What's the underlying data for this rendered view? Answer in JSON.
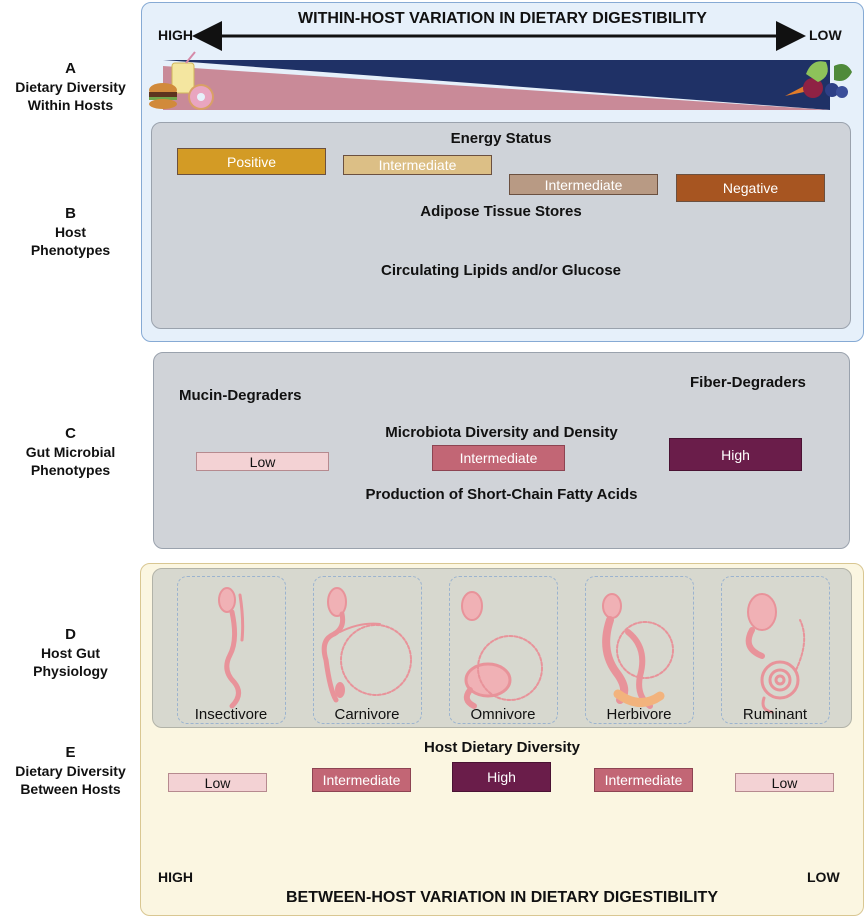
{
  "header": {
    "title": "WITHIN-HOST VARIATION IN DIETARY DIGESTIBILITY",
    "high": "HIGH",
    "low": "LOW"
  },
  "footer": {
    "title": "BETWEEN-HOST VARIATION IN DIETARY DIGESTIBILITY",
    "high": "HIGH",
    "low": "LOW"
  },
  "sections": {
    "a": {
      "letter": "A",
      "line1": "Dietary Diversity",
      "line2": "Within Hosts"
    },
    "b": {
      "letter": "B",
      "line1": "Host",
      "line2": "Phenotypes"
    },
    "c": {
      "letter": "C",
      "line1": "Gut Microbial",
      "line2": "Phenotypes"
    },
    "d": {
      "letter": "D",
      "line1": "Host Gut",
      "line2": "Physiology"
    },
    "e": {
      "letter": "E",
      "line1": "Dietary Diversity",
      "line2": "Between Hosts"
    }
  },
  "host_phenotypes": {
    "energy_title": "Energy Status",
    "energy_levels": [
      "Positive",
      "Intermediate",
      "Intermediate",
      "Negative"
    ],
    "adipose_title": "Adipose Tissue Stores",
    "lipids_title": "Circulating Lipids and/or Glucose"
  },
  "microbial": {
    "fiber": "Fiber-Degraders",
    "mucin": "Mucin-Degraders",
    "diversity_title": "Microbiota Diversity and Density",
    "diversity_levels": [
      "Low",
      "Intermediate",
      "High"
    ],
    "scfa_title": "Production of Short-Chain Fatty Acids"
  },
  "gut_types": [
    "Insectivore",
    "Carnivore",
    "Omnivore",
    "Herbivore",
    "Ruminant"
  ],
  "host_diet": {
    "title": "Host Dietary Diversity",
    "levels": [
      "Low",
      "Intermediate",
      "High",
      "Intermediate",
      "Low"
    ]
  },
  "colors": {
    "navy": "#1f3166",
    "pink": "#c98a98",
    "gold": "#d39b25",
    "tan": "#dcbf86",
    "taupe": "#b89a84",
    "rust": "#a75521",
    "brown": "#5a3626",
    "blue_wedge": "#8eaad8",
    "peach_wedge": "#efd9cc",
    "maroon": "#8c2a2a",
    "light_pink": "#f3d2d4",
    "mid_pink": "#c26675",
    "plum": "#6a1d4a",
    "sand": "#f1dfb4",
    "lilac": "#c8cde3"
  }
}
